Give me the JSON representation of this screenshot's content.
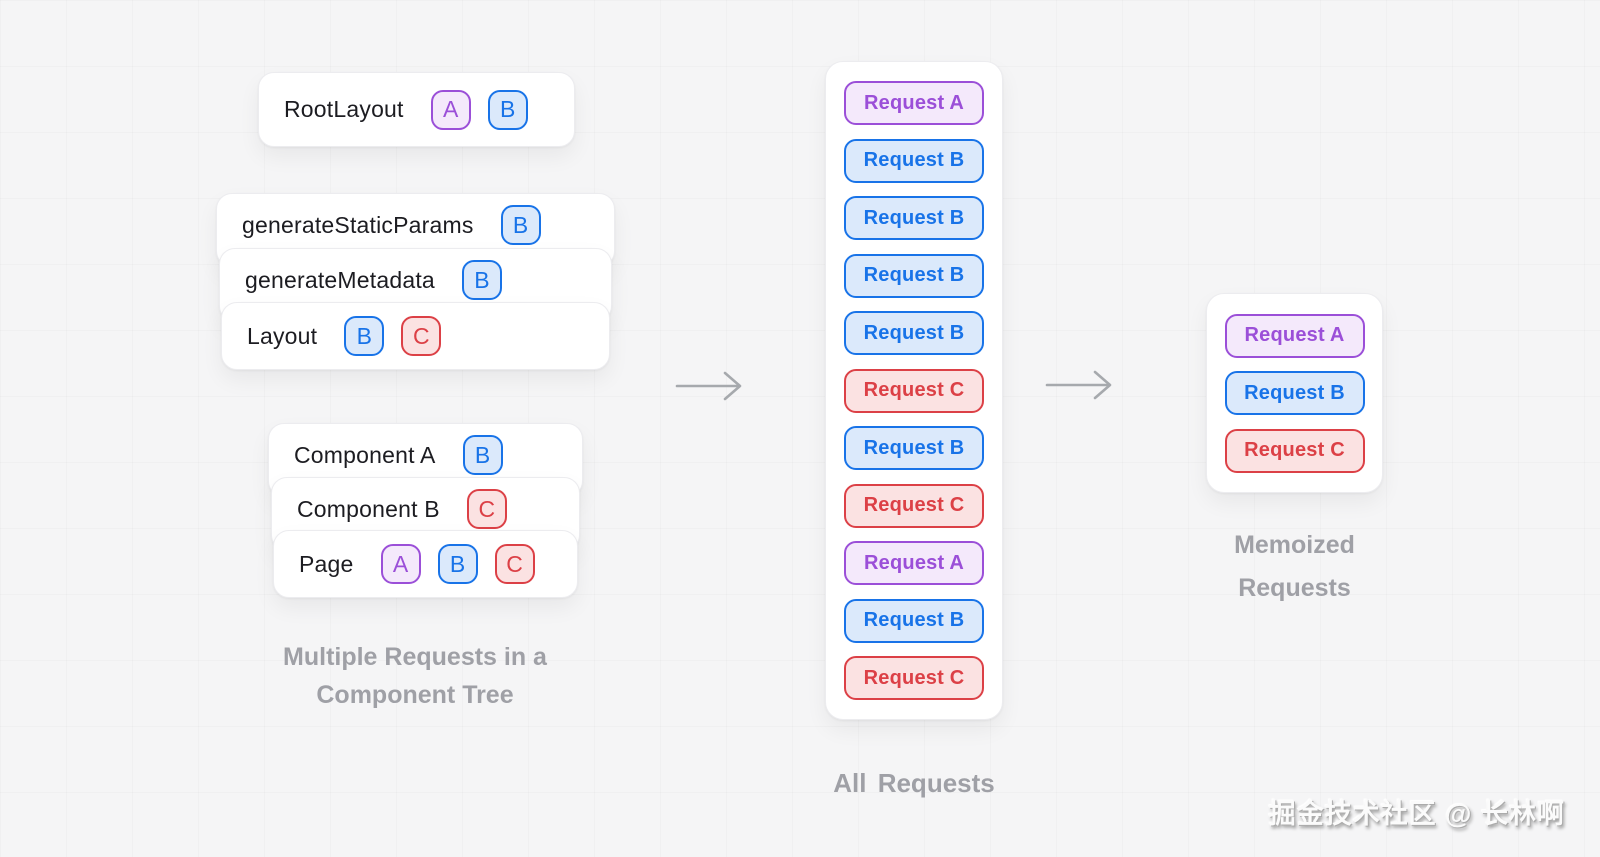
{
  "diagram": {
    "root_card": {
      "label": "RootLayout",
      "badges": [
        "A",
        "B"
      ]
    },
    "stack_top": [
      {
        "label": "generateStaticParams",
        "badges": [
          "B"
        ]
      },
      {
        "label": "generateMetadata",
        "badges": [
          "B"
        ]
      },
      {
        "label": "Layout",
        "badges": [
          "B",
          "C"
        ]
      }
    ],
    "stack_bottom": [
      {
        "label": "Component A",
        "badges": [
          "B"
        ]
      },
      {
        "label": "Component B",
        "badges": [
          "C"
        ]
      },
      {
        "label": "Page",
        "badges": [
          "A",
          "B",
          "C"
        ]
      }
    ],
    "tree_caption_line1": "Multiple Requests in a",
    "tree_caption_line2": "Component Tree",
    "all_requests": {
      "caption": "All Requests",
      "items": [
        {
          "label": "Request A",
          "type": "A"
        },
        {
          "label": "Request B",
          "type": "B"
        },
        {
          "label": "Request B",
          "type": "B"
        },
        {
          "label": "Request B",
          "type": "B"
        },
        {
          "label": "Request B",
          "type": "B"
        },
        {
          "label": "Request C",
          "type": "C"
        },
        {
          "label": "Request B",
          "type": "B"
        },
        {
          "label": "Request C",
          "type": "C"
        },
        {
          "label": "Request A",
          "type": "A"
        },
        {
          "label": "Request B",
          "type": "B"
        },
        {
          "label": "Request C",
          "type": "C"
        }
      ]
    },
    "memoized": {
      "caption_line1": "Memoized",
      "caption_line2": "Requests",
      "items": [
        {
          "label": "Request A",
          "type": "A"
        },
        {
          "label": "Request B",
          "type": "B"
        },
        {
          "label": "Request C",
          "type": "C"
        }
      ]
    },
    "colors": {
      "request_a_purple": "#9b4fd8",
      "request_b_blue": "#1873e8",
      "request_c_red": "#dc4046",
      "caption_gray": "#9fa0a6",
      "arrow_gray": "#a6a9ad",
      "background": "#f5f5f6"
    },
    "watermark": "掘金技术社区 @ 长林啊"
  }
}
